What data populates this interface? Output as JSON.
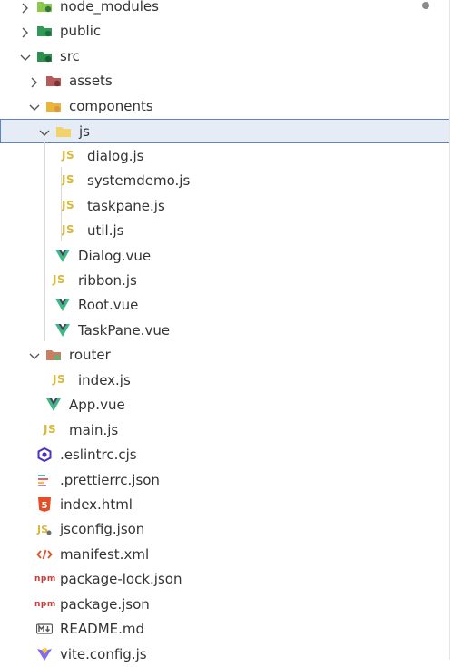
{
  "explorer": {
    "items": [
      {
        "label": "node_modules",
        "type": "folder",
        "icon": "folder-node-icon",
        "chevron": "right",
        "depth": 0
      },
      {
        "label": "public",
        "type": "folder",
        "icon": "folder-public-icon",
        "chevron": "right",
        "depth": 0
      },
      {
        "label": "src",
        "type": "folder",
        "icon": "folder-src-icon",
        "chevron": "down",
        "depth": 0
      },
      {
        "label": "assets",
        "type": "folder",
        "icon": "folder-assets-icon",
        "chevron": "right",
        "depth": 1
      },
      {
        "label": "components",
        "type": "folder",
        "icon": "folder-components-icon",
        "chevron": "down",
        "depth": 1
      },
      {
        "label": "js",
        "type": "folder",
        "icon": "folder-js-icon",
        "chevron": "down",
        "depth": 2,
        "selected": true
      },
      {
        "label": "dialog.js",
        "type": "file",
        "icon": "js-file-icon",
        "depth": 3
      },
      {
        "label": "systemdemo.js",
        "type": "file",
        "icon": "js-file-icon",
        "depth": 3
      },
      {
        "label": "taskpane.js",
        "type": "file",
        "icon": "js-file-icon",
        "depth": 3
      },
      {
        "label": "util.js",
        "type": "file",
        "icon": "js-file-icon",
        "depth": 3
      },
      {
        "label": "Dialog.vue",
        "type": "file",
        "icon": "vue-file-icon",
        "depth": 2
      },
      {
        "label": "ribbon.js",
        "type": "file",
        "icon": "js-file-icon",
        "depth": 2
      },
      {
        "label": "Root.vue",
        "type": "file",
        "icon": "vue-file-icon",
        "depth": 2
      },
      {
        "label": "TaskPane.vue",
        "type": "file",
        "icon": "vue-file-icon",
        "depth": 2
      },
      {
        "label": "router",
        "type": "folder",
        "icon": "folder-router-icon",
        "chevron": "down",
        "depth": 1
      },
      {
        "label": "index.js",
        "type": "file",
        "icon": "js-file-icon",
        "depth": 2
      },
      {
        "label": "App.vue",
        "type": "file",
        "icon": "vue-file-icon",
        "depth": 1
      },
      {
        "label": "main.js",
        "type": "file",
        "icon": "js-file-icon",
        "depth": 1
      },
      {
        "label": ".eslintrc.cjs",
        "type": "file",
        "icon": "eslint-file-icon",
        "depth": 0
      },
      {
        "label": ".prettierrc.json",
        "type": "file",
        "icon": "prettier-file-icon",
        "depth": 0
      },
      {
        "label": "index.html",
        "type": "file",
        "icon": "html5-file-icon",
        "depth": 0
      },
      {
        "label": "jsconfig.json",
        "type": "file",
        "icon": "jsconfig-file-icon",
        "depth": 0
      },
      {
        "label": "manifest.xml",
        "type": "file",
        "icon": "xml-file-icon",
        "depth": 0
      },
      {
        "label": "package-lock.json",
        "type": "file",
        "icon": "npm-file-icon",
        "depth": 0
      },
      {
        "label": "package.json",
        "type": "file",
        "icon": "npm-file-icon",
        "depth": 0
      },
      {
        "label": "README.md",
        "type": "file",
        "icon": "markdown-file-icon",
        "depth": 0
      },
      {
        "label": "vite.config.js",
        "type": "file",
        "icon": "vite-file-icon",
        "depth": 0
      }
    ],
    "js_badge": "JS",
    "md_badge": "M↓",
    "npm_badge": "npm",
    "colors": {
      "selected_bg": "#e6ecf5",
      "selected_border": "#5a86c4",
      "js_yellow": "#d9b83a",
      "vue_green": "#41b883",
      "vue_dark": "#35495e",
      "html_orange": "#e44d26",
      "npm_red": "#cb3837",
      "eslint_purple": "#4b32c3",
      "vite_purple": "#7e6cf4",
      "folder_yellow": "#e8b73a",
      "folder_green": "#2e9a55"
    }
  }
}
